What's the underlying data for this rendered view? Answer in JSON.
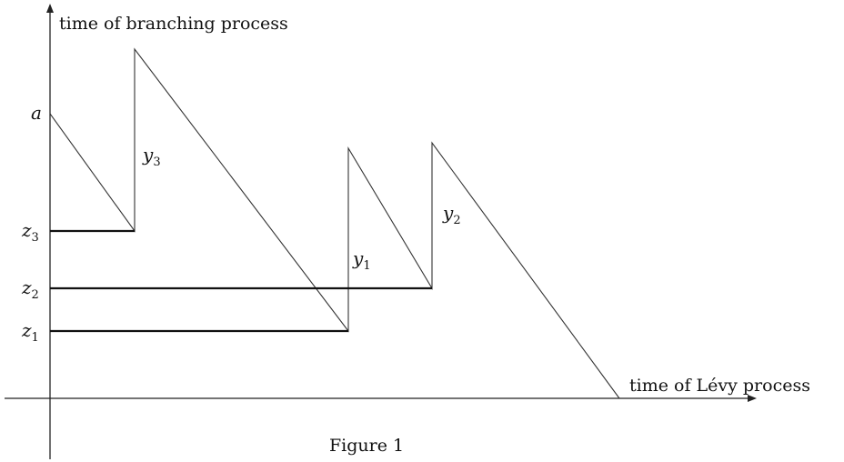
{
  "axes": {
    "y_label": "time of branching process",
    "x_label": "time of Lévy process"
  },
  "caption": "Figure 1",
  "labels": {
    "a": "a",
    "z3": {
      "base": "z",
      "sub": "3"
    },
    "z2": {
      "base": "z",
      "sub": "2"
    },
    "z1": {
      "base": "z",
      "sub": "1"
    },
    "y3": {
      "base": "y",
      "sub": "3"
    },
    "y1": {
      "base": "y",
      "sub": "1"
    },
    "y2": {
      "base": "y",
      "sub": "2"
    }
  }
}
